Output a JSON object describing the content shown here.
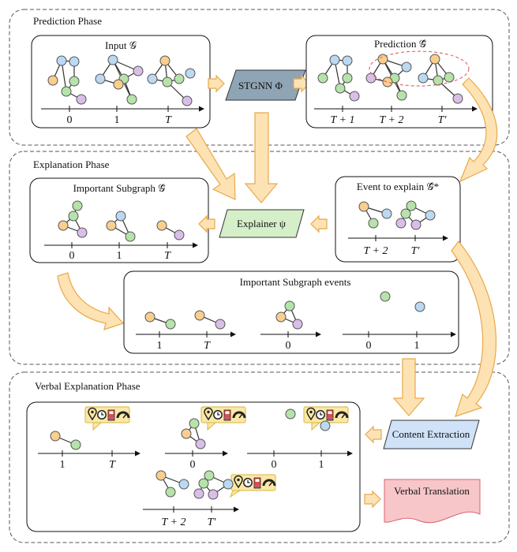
{
  "phases": {
    "prediction": "Prediction Phase",
    "explanation": "Explanation Phase",
    "verbal": "Verbal Explanation Phase"
  },
  "boxes": {
    "input": "Input 𝒢",
    "prediction": "Prediction 𝒢̂",
    "stgnn": "STGNN Φ",
    "important_subgraph": "Important Subgraph 𝒢̃",
    "explainer": "Explainer ψ",
    "event_to_explain": "Event to explain 𝒢̂*",
    "important_subgraph_events": "Important Subgraph events",
    "content_extraction": "Content Extraction",
    "verbal_translation": "Verbal Translation"
  },
  "ticks": {
    "zero": "0",
    "one": "1",
    "T": "T",
    "T1": "T + 1",
    "T2": "T + 2",
    "Tp": "T′"
  },
  "colors": {
    "orange_node": "#f9cf8f",
    "green_node": "#b6e3a9",
    "blue_node": "#bcd8f2",
    "purple_node": "#d9bfe8",
    "node_stroke": "#555555",
    "arrow_fill": "#fde2b3",
    "arrow_stroke": "#e8a84a",
    "stgnn_fill": "#8fa4b4",
    "explainer_fill": "#d5efc9",
    "content_fill": "#cfe2f7",
    "verbal_fill": "#f6c6c9",
    "verbal_stroke": "#d9646e",
    "icon_bg": "#fbe8a6",
    "highlight_ellipse": "#e05050"
  },
  "icons": [
    "location-icon",
    "clock-icon",
    "fuel-pump-icon",
    "speedometer-icon"
  ]
}
